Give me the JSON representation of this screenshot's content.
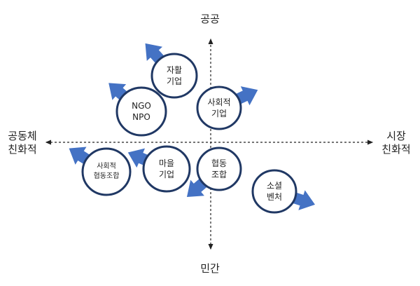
{
  "colors": {
    "arrow": "#4472C4",
    "circle_stroke": "#203864",
    "axis": "#222222"
  },
  "axes": {
    "top": "공공",
    "bottom": "민간",
    "left": [
      "공동체",
      "친화적"
    ],
    "right": [
      "시장",
      "친화적"
    ]
  },
  "organizations": [
    {
      "id": "self-sufficiency",
      "lines": [
        "자활",
        "기업"
      ],
      "direction": "upper-left"
    },
    {
      "id": "ngo-npo",
      "lines": [
        "NGO",
        "NPO"
      ],
      "direction": "upper-left"
    },
    {
      "id": "social-enterprise",
      "lines": [
        "사회적",
        "기업"
      ],
      "direction": "upper-right"
    },
    {
      "id": "social-coop",
      "lines": [
        "사회적",
        "협동조합"
      ],
      "direction": "upper-left"
    },
    {
      "id": "village-enterprise",
      "lines": [
        "마을",
        "기업"
      ],
      "direction": "upper-left"
    },
    {
      "id": "cooperative",
      "lines": [
        "협동",
        "조합"
      ],
      "direction": "lower-left"
    },
    {
      "id": "social-venture",
      "lines": [
        "소셜",
        "벤처"
      ],
      "direction": "lower-right"
    }
  ]
}
